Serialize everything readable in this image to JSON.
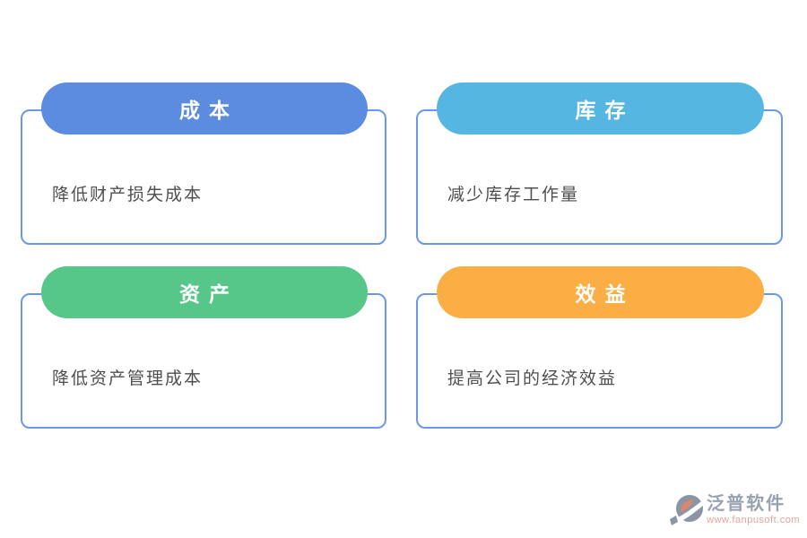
{
  "page": {
    "background": "#ffffff",
    "card_border_color": "#6d97e8",
    "body_text_color": "#4f4f4f"
  },
  "cards": [
    {
      "id": "cost",
      "title": "成本",
      "body": "降低财产损失成本",
      "color": "#5b8ce0"
    },
    {
      "id": "inventory",
      "title": "库存",
      "body": "减少库存工作量",
      "color": "#56b6e2"
    },
    {
      "id": "asset",
      "title": "资产",
      "body": "降低资产管理成本",
      "color": "#56c689"
    },
    {
      "id": "benefit",
      "title": "效益",
      "body": "提高公司的经济效益",
      "color": "#fbae44"
    }
  ],
  "logo": {
    "name": "泛普软件",
    "url": "www.fanpusoft.com",
    "name_color": "#99a2b0",
    "url_color": "#e9a29a",
    "icon_gray": "#8b95a5",
    "icon_salmon": "#d9886c"
  }
}
